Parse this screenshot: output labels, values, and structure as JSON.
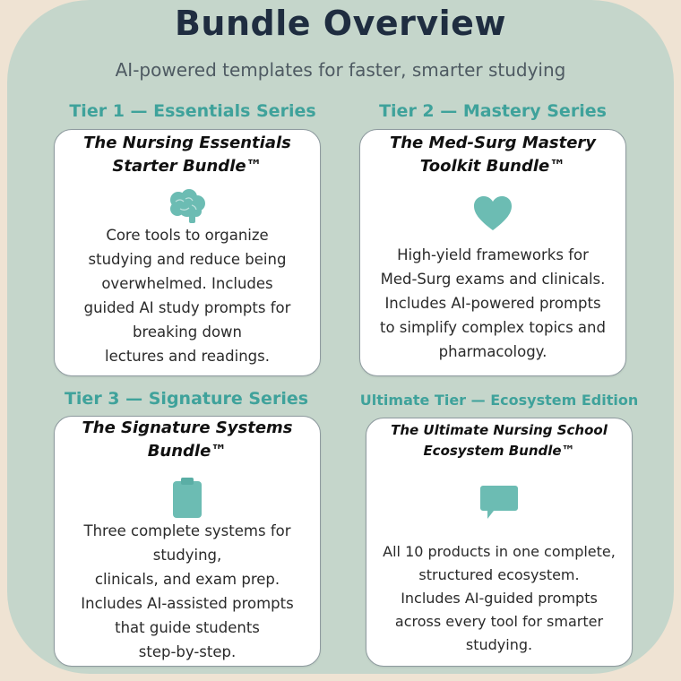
{
  "header": {
    "title": "Bundle Overview",
    "subtitle": "AI-powered templates for faster, smarter studying"
  },
  "tiers": [
    {
      "label": "Tier 1 — Essentials Series",
      "card_title_lines": [
        "The Nursing Essentials",
        "Starter Bundle™"
      ],
      "icon": "brain-icon",
      "description_lines": [
        "Core tools to organize",
        "studying and reduce being",
        "overwhelmed. Includes",
        "guided AI study prompts for",
        "breaking down",
        "lectures and readings."
      ]
    },
    {
      "label": "Tier 2 — Mastery Series",
      "card_title_lines": [
        "The Med-Surg Mastery",
        "Toolkit Bundle™"
      ],
      "icon": "heart-icon",
      "description_lines": [
        "High-yield frameworks for",
        "Med-Surg exams and clinicals.",
        "Includes AI-powered prompts",
        "to simplify complex topics and",
        "pharmacology."
      ]
    },
    {
      "label": "Tier 3 — Signature Series",
      "card_title_lines": [
        "The Signature Systems",
        "Bundle™"
      ],
      "icon": "clipboard-icon",
      "description_lines": [
        "Three complete systems for",
        "studying,",
        "clinicals, and exam prep.",
        "Includes AI-assisted prompts",
        "that guide students",
        "step-by-step."
      ]
    },
    {
      "label": "Ultimate Tier — Ecosystem Edition",
      "card_title_lines": [
        "The Ultimate Nursing School",
        "Ecosystem Bundle™"
      ],
      "icon": "chat-bubble-icon",
      "description_lines": [
        "All 10 products in one complete,",
        "structured ecosystem.",
        "Includes AI-guided prompts",
        "across every tool for smarter",
        "studying."
      ]
    }
  ],
  "colors": {
    "background": "#efe3d3",
    "panel": "#c5d6cb",
    "accent": "#3fa29b",
    "icon": "#6cbcb3",
    "title": "#1f2d40"
  }
}
